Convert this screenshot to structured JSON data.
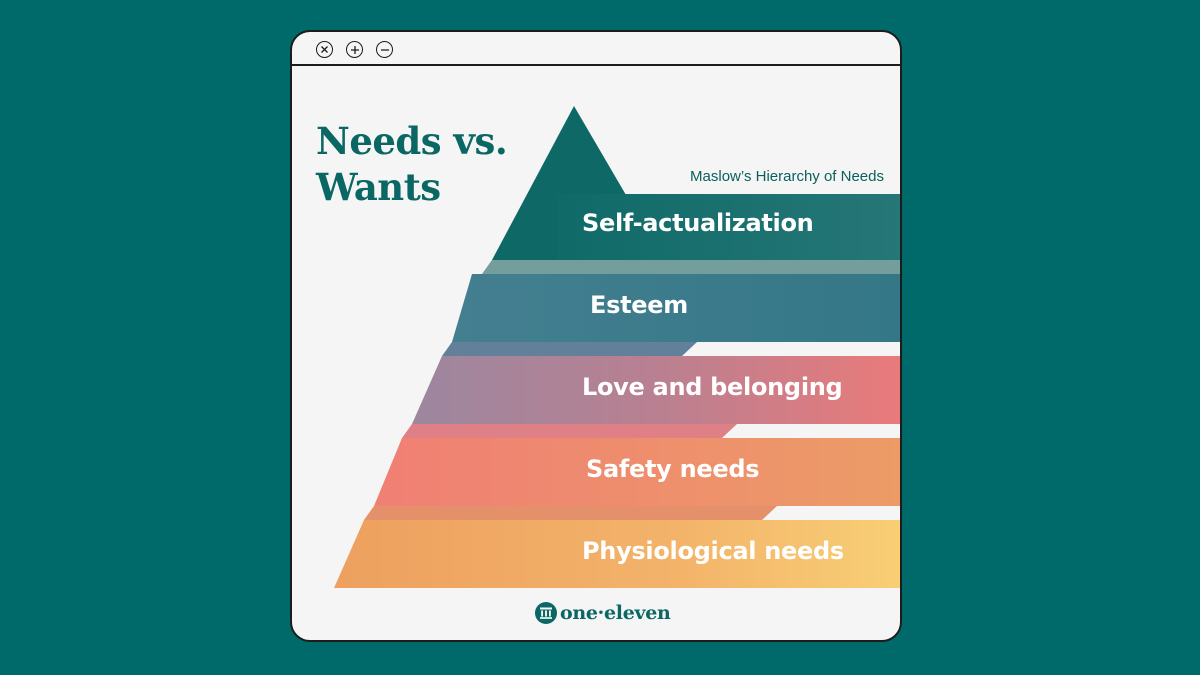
{
  "window": {
    "controls": [
      {
        "name": "close-button",
        "icon": "close-icon"
      },
      {
        "name": "add-button",
        "icon": "plus-icon"
      },
      {
        "name": "minimize-button",
        "icon": "minus-icon"
      }
    ]
  },
  "title": {
    "line1": "Needs vs.",
    "line2": "Wants"
  },
  "subtitle": "Maslow’s Hierarchy of Needs",
  "layers": [
    {
      "label": "Self-actualization",
      "colors": [
        "#0e6b69",
        "#2a7a7b"
      ]
    },
    {
      "label": "Esteem",
      "colors": [
        "#3f7d8f",
        "#3a7a8c"
      ]
    },
    {
      "label": "Love and belonging",
      "colors": [
        "#a1859c",
        "#e9797a"
      ]
    },
    {
      "label": "Safety needs",
      "colors": [
        "#ef8173",
        "#ec9a66"
      ]
    },
    {
      "label": "Physiological needs",
      "colors": [
        "#eea060",
        "#f7cb73"
      ]
    }
  ],
  "logo": {
    "text": "one·eleven",
    "icon": "building-columns-icon"
  }
}
